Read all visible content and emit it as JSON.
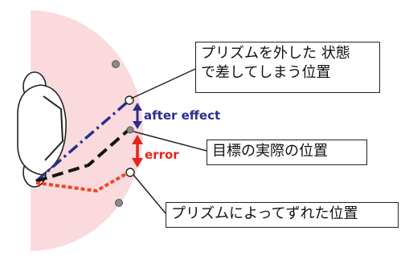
{
  "colors": {
    "field": "#fadadd",
    "gaze_removed": "#2b2f8c",
    "gaze_target": "#111111",
    "gaze_shifted": "#f0461e",
    "after_effect": "#2b2f8c",
    "error": "#e32619",
    "dot": "#8a8a8a"
  },
  "labels": {
    "prism_removed": [
      "プリズムを外した 状態",
      "で差してしまう位置"
    ],
    "after_effect": "after effect",
    "target_actual": "目標の実際の位置",
    "error": "error",
    "prism_shifted": "プリズムによってずれた位置"
  }
}
